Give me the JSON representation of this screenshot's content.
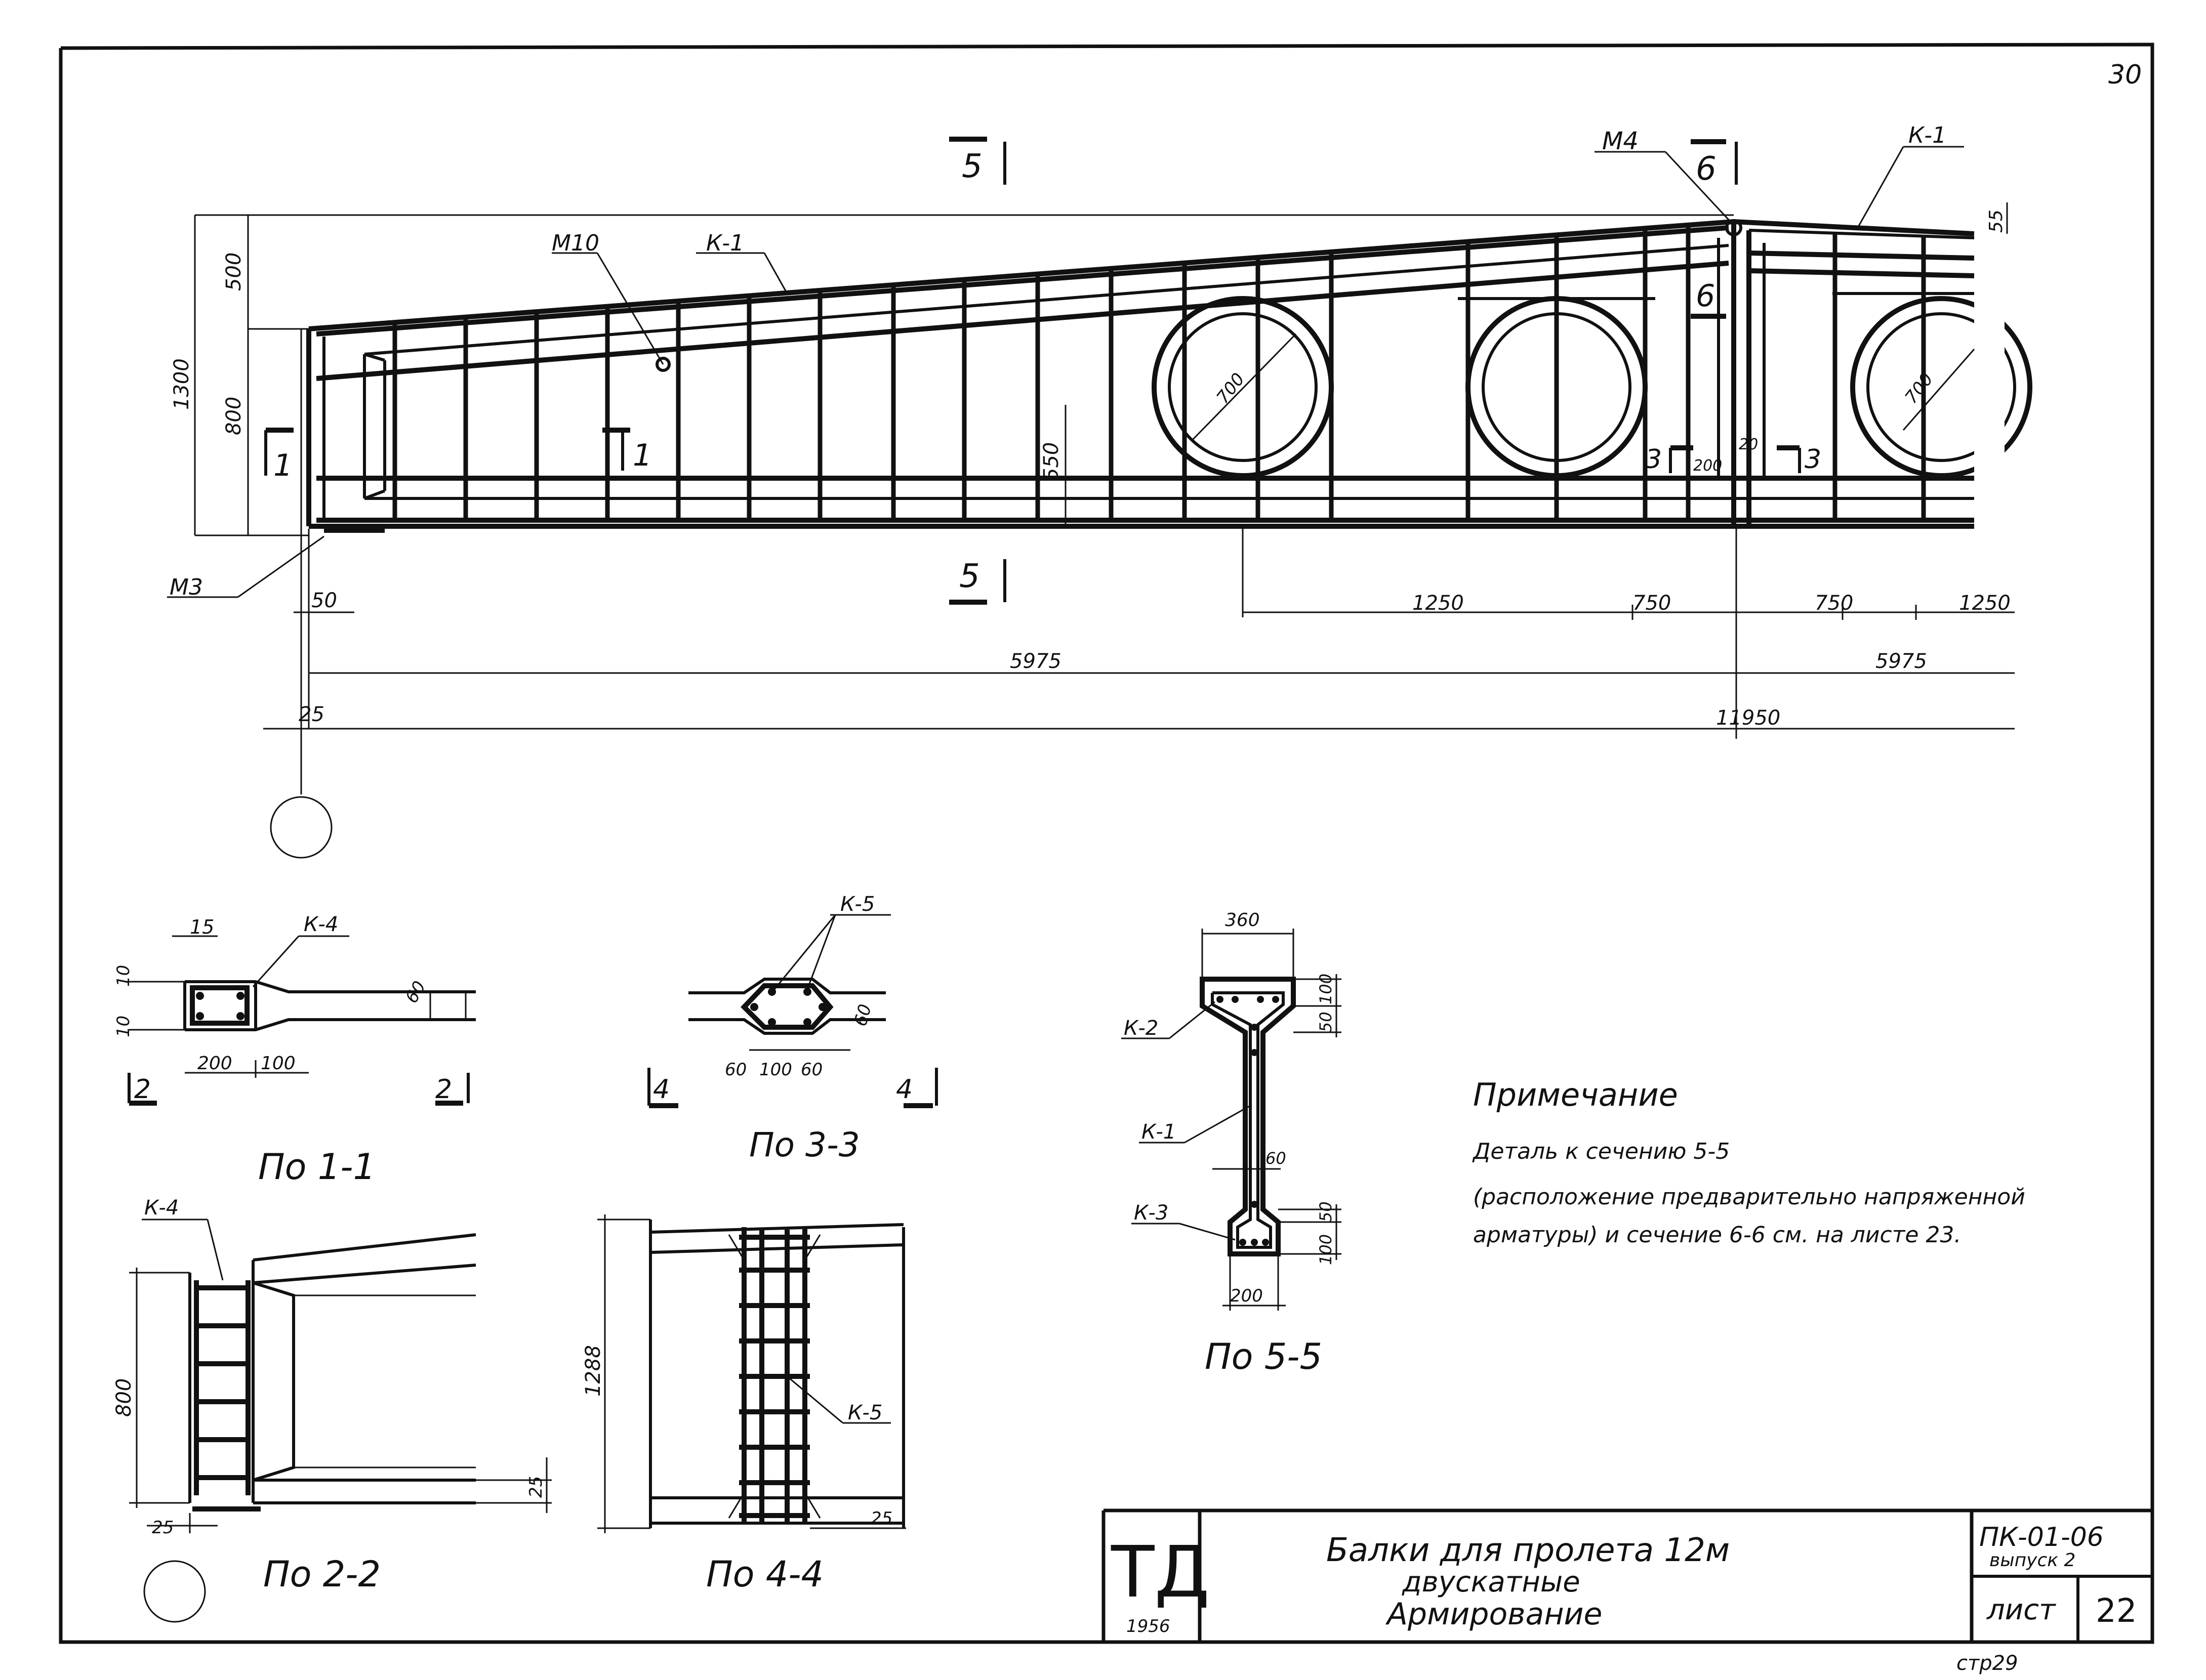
{
  "sheet": {
    "page_number": "30",
    "page_ref": "стр29",
    "stamp_letters": "ТД",
    "stamp_year": "1956",
    "title_lines": [
      "Балки для пролета 12м",
      "двускатные",
      "Армирование"
    ],
    "series_code": "ПК-01-06",
    "issue": "выпуск 2",
    "sheet_label": "лист",
    "sheet_number": "22"
  },
  "elevation": {
    "labels": {
      "m10": "М10",
      "k1_left": "К-1",
      "m4": "М4",
      "k1_right": "К-1",
      "m3": "М3",
      "cut5_top": "5",
      "cut5_bottom": "5",
      "cut6_top": "6",
      "cut6_mid": "6",
      "cut1_left": "1",
      "cut1_right": "1",
      "cut3_left": "3",
      "cut3_right": "3"
    },
    "dims": {
      "h_500": "500",
      "h_800": "800",
      "h_1300": "1300",
      "h_550": "550",
      "h_55": "55",
      "d_700_a": "700",
      "d_700_b": "700",
      "d_200": "200",
      "d_20": "20",
      "d_50": "50",
      "d_1250_a": "1250",
      "d_750_a": "750",
      "d_750_b": "750",
      "d_1250_b": "1250",
      "d_5975_a": "5975",
      "d_5975_b": "5975",
      "d_25": "25",
      "d_11950": "11950"
    }
  },
  "section_1_1": {
    "caption": "По 1-1",
    "labels": {
      "k4": "К-4",
      "cut2_left": "2",
      "cut2_right": "2"
    },
    "dims": {
      "d15": "15",
      "d10a": "10",
      "d10b": "10",
      "d60": "60",
      "d200": "200",
      "d100": "100"
    }
  },
  "section_3_3": {
    "caption": "По 3-3",
    "labels": {
      "k5": "К-5",
      "cut4_left": "4",
      "cut4_right": "4"
    },
    "dims": {
      "d60a": "60",
      "d100": "100",
      "d60b": "60",
      "d60c": "60"
    }
  },
  "section_5_5": {
    "caption": "По 5-5",
    "labels": {
      "k2": "К-2",
      "k1": "К-1",
      "k3": "К-3"
    },
    "dims": {
      "d360": "360",
      "d100a": "100",
      "d50a": "50",
      "d60": "60",
      "d50b": "50",
      "d100b": "100",
      "d200": "200"
    }
  },
  "section_2_2": {
    "caption": "По 2-2",
    "labels": {
      "k4": "К-4"
    },
    "dims": {
      "d800": "800",
      "d25a": "25",
      "d25b": "25"
    }
  },
  "section_4_4": {
    "caption": "По 4-4",
    "labels": {
      "k5": "К-5"
    },
    "dims": {
      "d1288": "1288",
      "d25": "25"
    }
  },
  "note": {
    "heading": "Примечание",
    "lines": [
      "Деталь к сечению 5-5",
      "(расположение предварительно напряженной",
      "арматуры) и сечение 6-6 см. на листе 23."
    ]
  }
}
